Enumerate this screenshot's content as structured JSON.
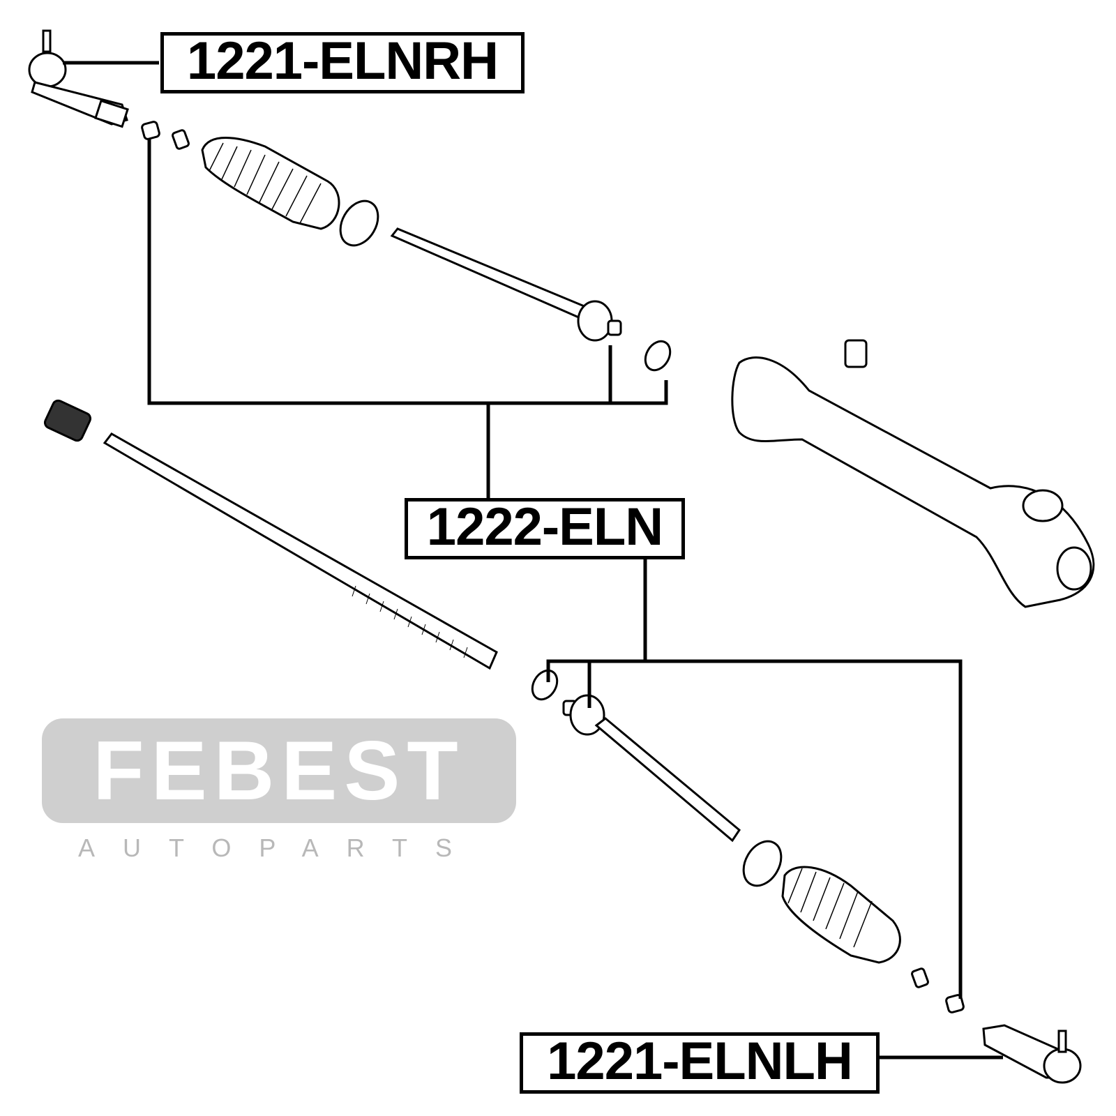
{
  "watermark": {
    "brand": "FEBEST",
    "tagline": "AUTOPARTS"
  },
  "labels": {
    "tie_rod_end_rh": "1221-ELNRH",
    "rack_end": "1222-ELN",
    "tie_rod_end_lh": "1221-ELNLH"
  }
}
